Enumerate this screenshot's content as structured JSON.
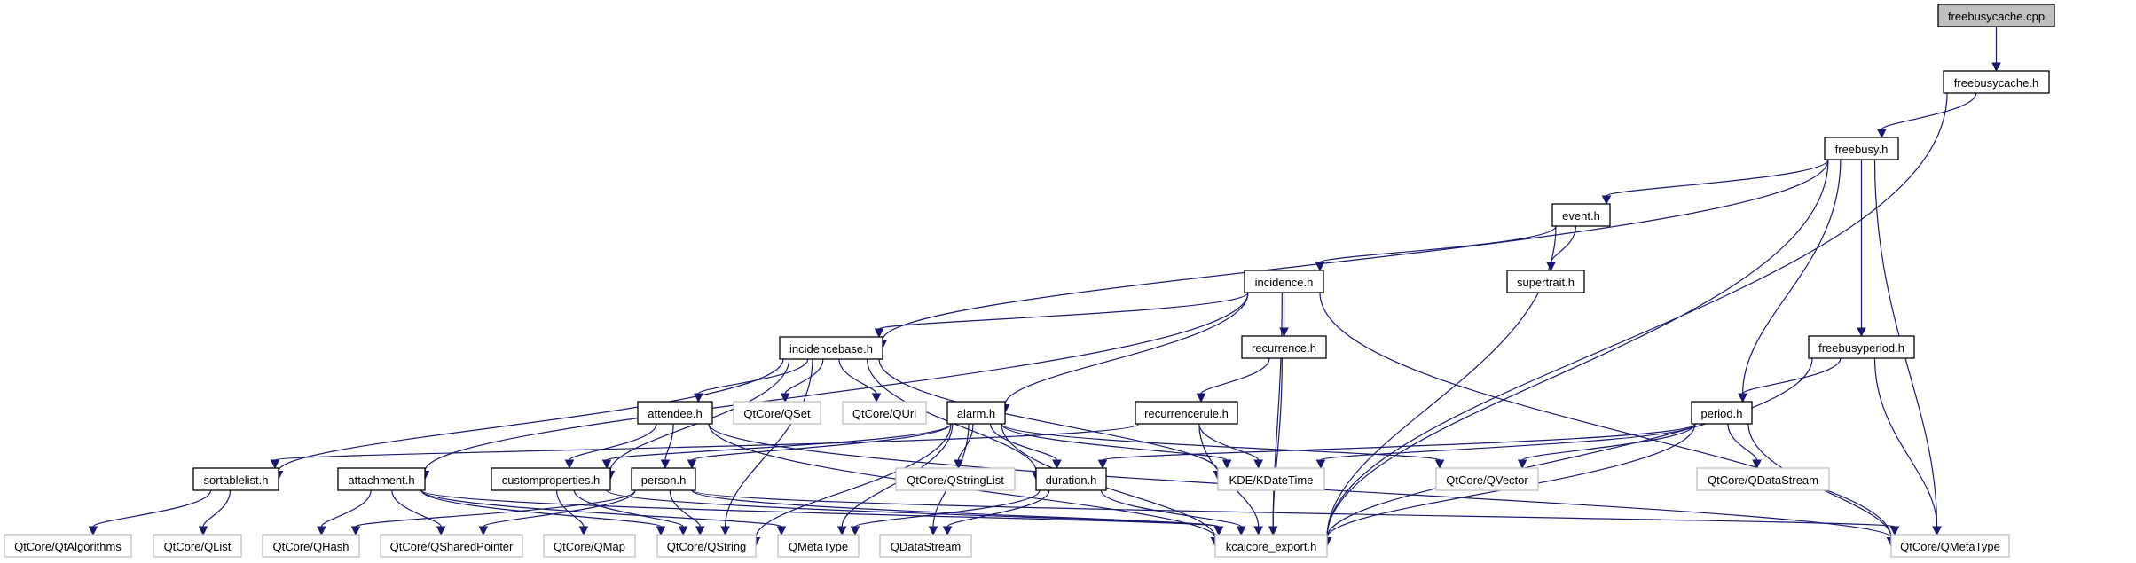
{
  "title": "freebusycache.cpp include dependency graph",
  "colors": {
    "edge": "#191970",
    "root_fill": "#bfbfbf",
    "local_border": "#000000",
    "external_border": "#bfbfbf"
  },
  "nodes": [
    {
      "id": "freebusycache_cpp",
      "label": "freebusycache.cpp",
      "kind": "root"
    },
    {
      "id": "freebusycache_h",
      "label": "freebusycache.h",
      "kind": "local"
    },
    {
      "id": "freebusy_h",
      "label": "freebusy.h",
      "kind": "local"
    },
    {
      "id": "event_h",
      "label": "event.h",
      "kind": "local"
    },
    {
      "id": "supertrait_h",
      "label": "supertrait.h",
      "kind": "local"
    },
    {
      "id": "incidence_h",
      "label": "incidence.h",
      "kind": "local"
    },
    {
      "id": "incidencebase_h",
      "label": "incidencebase.h",
      "kind": "local"
    },
    {
      "id": "recurrence_h",
      "label": "recurrence.h",
      "kind": "local"
    },
    {
      "id": "freebusyperiod_h",
      "label": "freebusyperiod.h",
      "kind": "local"
    },
    {
      "id": "attendee_h",
      "label": "attendee.h",
      "kind": "local"
    },
    {
      "id": "qset",
      "label": "QtCore/QSet",
      "kind": "external"
    },
    {
      "id": "qurl",
      "label": "QtCore/QUrl",
      "kind": "external"
    },
    {
      "id": "alarm_h",
      "label": "alarm.h",
      "kind": "local"
    },
    {
      "id": "recurrencerule_h",
      "label": "recurrencerule.h",
      "kind": "local"
    },
    {
      "id": "period_h",
      "label": "period.h",
      "kind": "local"
    },
    {
      "id": "sortablelist_h",
      "label": "sortablelist.h",
      "kind": "local"
    },
    {
      "id": "attachment_h",
      "label": "attachment.h",
      "kind": "local"
    },
    {
      "id": "customproperties_h",
      "label": "customproperties.h",
      "kind": "local"
    },
    {
      "id": "person_h",
      "label": "person.h",
      "kind": "local"
    },
    {
      "id": "qstringlist",
      "label": "QtCore/QStringList",
      "kind": "external"
    },
    {
      "id": "duration_h",
      "label": "duration.h",
      "kind": "local"
    },
    {
      "id": "kdatetime",
      "label": "KDE/KDateTime",
      "kind": "external"
    },
    {
      "id": "qvector",
      "label": "QtCore/QVector",
      "kind": "external"
    },
    {
      "id": "qtcore_qdatastream",
      "label": "QtCore/QDataStream",
      "kind": "external"
    },
    {
      "id": "qtalgorithms",
      "label": "QtCore/QtAlgorithms",
      "kind": "external"
    },
    {
      "id": "qlist",
      "label": "QtCore/QList",
      "kind": "external"
    },
    {
      "id": "qhash",
      "label": "QtCore/QHash",
      "kind": "external"
    },
    {
      "id": "qsharedpointer",
      "label": "QtCore/QSharedPointer",
      "kind": "external"
    },
    {
      "id": "qmap",
      "label": "QtCore/QMap",
      "kind": "external"
    },
    {
      "id": "qstring",
      "label": "QtCore/QString",
      "kind": "external"
    },
    {
      "id": "qmetatype",
      "label": "QMetaType",
      "kind": "external"
    },
    {
      "id": "qdatastream",
      "label": "QDataStream",
      "kind": "external"
    },
    {
      "id": "kcalcore_export_h",
      "label": "kcalcore_export.h",
      "kind": "external"
    },
    {
      "id": "qtcore_qmetatype",
      "label": "QtCore/QMetaType",
      "kind": "external"
    }
  ],
  "edges": [
    [
      "freebusycache_cpp",
      "freebusycache_h"
    ],
    [
      "freebusycache_h",
      "freebusy_h"
    ],
    [
      "freebusycache_h",
      "kcalcore_export_h"
    ],
    [
      "freebusy_h",
      "event_h"
    ],
    [
      "freebusy_h",
      "incidencebase_h"
    ],
    [
      "freebusy_h",
      "freebusyperiod_h"
    ],
    [
      "freebusy_h",
      "period_h"
    ],
    [
      "freebusy_h",
      "kcalcore_export_h"
    ],
    [
      "freebusy_h",
      "qtcore_qmetatype"
    ],
    [
      "event_h",
      "incidence_h"
    ],
    [
      "event_h",
      "supertrait_h"
    ],
    [
      "event_h",
      "kcalcore_export_h"
    ],
    [
      "incidence_h",
      "incidencebase_h"
    ],
    [
      "incidence_h",
      "alarm_h"
    ],
    [
      "incidence_h",
      "attachment_h"
    ],
    [
      "incidence_h",
      "recurrence_h"
    ],
    [
      "incidence_h",
      "kcalcore_export_h"
    ],
    [
      "incidence_h",
      "qtcore_qmetatype"
    ],
    [
      "incidencebase_h",
      "attendee_h"
    ],
    [
      "incidencebase_h",
      "customproperties_h"
    ],
    [
      "incidencebase_h",
      "duration_h"
    ],
    [
      "incidencebase_h",
      "sortablelist_h"
    ],
    [
      "incidencebase_h",
      "kdatetime"
    ],
    [
      "incidencebase_h",
      "qstring"
    ],
    [
      "incidencebase_h",
      "qset"
    ],
    [
      "incidencebase_h",
      "qurl"
    ],
    [
      "recurrence_h",
      "recurrencerule_h"
    ],
    [
      "recurrence_h",
      "kcalcore_export_h"
    ],
    [
      "recurrencerule_h",
      "kdatetime"
    ],
    [
      "recurrencerule_h",
      "sortablelist_h"
    ],
    [
      "recurrencerule_h",
      "kcalcore_export_h"
    ],
    [
      "freebusyperiod_h",
      "period_h"
    ],
    [
      "freebusyperiod_h",
      "kcalcore_export_h"
    ],
    [
      "freebusyperiod_h",
      "qtcore_qmetatype"
    ],
    [
      "period_h",
      "duration_h"
    ],
    [
      "period_h",
      "kdatetime"
    ],
    [
      "period_h",
      "qvector"
    ],
    [
      "period_h",
      "qtcore_qdatastream"
    ],
    [
      "period_h",
      "kcalcore_export_h"
    ],
    [
      "period_h",
      "qtcore_qmetatype"
    ],
    [
      "attendee_h",
      "customproperties_h"
    ],
    [
      "attendee_h",
      "person_h"
    ],
    [
      "attendee_h",
      "kcalcore_export_h"
    ],
    [
      "attendee_h",
      "qtcore_qmetatype"
    ],
    [
      "alarm_h",
      "customproperties_h"
    ],
    [
      "alarm_h",
      "duration_h"
    ],
    [
      "alarm_h",
      "person_h"
    ],
    [
      "alarm_h",
      "kdatetime"
    ],
    [
      "alarm_h",
      "qvector"
    ],
    [
      "alarm_h",
      "qstring"
    ],
    [
      "alarm_h",
      "qstringlist"
    ],
    [
      "alarm_h",
      "qdatastream"
    ],
    [
      "alarm_h",
      "qmetatype"
    ],
    [
      "alarm_h",
      "kcalcore_export_h"
    ],
    [
      "sortablelist_h",
      "qtalgorithms"
    ],
    [
      "sortablelist_h",
      "qlist"
    ],
    [
      "attachment_h",
      "qhash"
    ],
    [
      "attachment_h",
      "qsharedpointer"
    ],
    [
      "attachment_h",
      "qstring"
    ],
    [
      "attachment_h",
      "qmetatype"
    ],
    [
      "attachment_h",
      "kcalcore_export_h"
    ],
    [
      "customproperties_h",
      "qmap"
    ],
    [
      "customproperties_h",
      "qstring"
    ],
    [
      "customproperties_h",
      "kcalcore_export_h"
    ],
    [
      "person_h",
      "qstring"
    ],
    [
      "person_h",
      "qhash"
    ],
    [
      "person_h",
      "qsharedpointer"
    ],
    [
      "person_h",
      "qtcore_qmetatype"
    ],
    [
      "person_h",
      "kcalcore_export_h"
    ],
    [
      "duration_h",
      "qmetatype"
    ],
    [
      "duration_h",
      "qdatastream"
    ],
    [
      "duration_h",
      "kcalcore_export_h"
    ]
  ]
}
